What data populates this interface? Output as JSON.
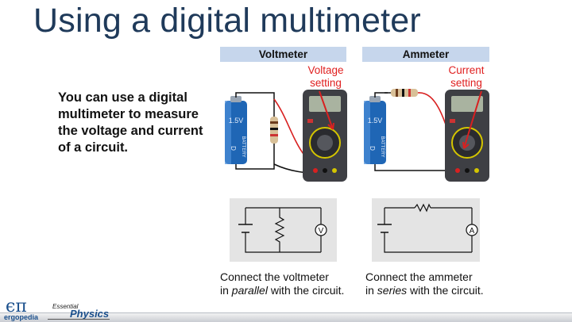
{
  "slide": {
    "title": "Using a digital multimeter",
    "body": "You can use a digital multimeter to measure the voltage and current of a circuit."
  },
  "panels": {
    "voltmeter": {
      "header": "Voltmeter",
      "setting_line1": "Voltage",
      "setting_line2": "setting",
      "battery_voltage": "1.5V",
      "battery_label": "BATTERY",
      "battery_size": "D",
      "meter_symbol": "V",
      "caption_line1": "Connect the voltmeter",
      "caption_line2_pre": "in ",
      "caption_line2_em": "parallel",
      "caption_line2_post": " with the circuit."
    },
    "ammeter": {
      "header": "Ammeter",
      "setting_line1": "Current",
      "setting_line2": "setting",
      "battery_voltage": "1.5V",
      "battery_label": "BATTERY",
      "battery_size": "D",
      "meter_symbol": "A",
      "caption_line1": "Connect the ammeter",
      "caption_line2_pre": "in ",
      "caption_line2_em": "series",
      "caption_line2_post": " with the circuit."
    }
  },
  "footer": {
    "logo_mark": "єπ",
    "logo_text": "ergopedia",
    "brand_small": "Essential",
    "brand_big": "Physics"
  },
  "colors": {
    "title": "#1f3a5a",
    "header_bg": "#c6d6ec",
    "setting_text": "#e02020",
    "battery": "#1f66b5",
    "meter": "#3e3f44"
  }
}
